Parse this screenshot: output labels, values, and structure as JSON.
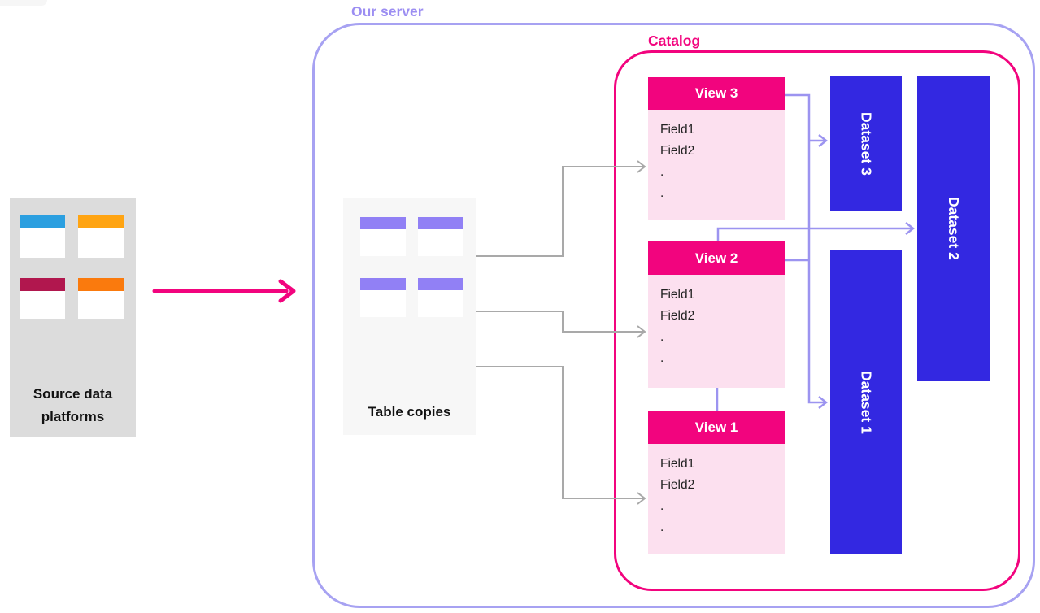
{
  "colors": {
    "pink": "#F2047E",
    "pink_light": "#FCE0EF",
    "blue": "#3328E1",
    "purple_border": "#A7A2F2",
    "purple_header": "#9180F5",
    "purple_connector": "#9C94F0",
    "purple_label": "#9C8EF2",
    "gray_arrow": "#A9A9A9",
    "source_bg": "#DCDCDC",
    "copies_bg": "#F7F7F7",
    "source_blue": "#2B9FE0",
    "source_amber": "#FFA412",
    "source_crimson": "#B1174E",
    "source_orange": "#FA7A0D",
    "text_dark": "#111111",
    "field_text": "#222222"
  },
  "source_box": {
    "label_line1": "Source data",
    "label_line2": "platforms"
  },
  "server": {
    "label": "Our server"
  },
  "catalog": {
    "label": "Catalog"
  },
  "copies_box": {
    "label": "Table copies"
  },
  "views": [
    {
      "title": "View 3",
      "fields": [
        "Field1",
        "Field2",
        ".",
        "."
      ]
    },
    {
      "title": "View 2",
      "fields": [
        "Field1",
        "Field2",
        ".",
        "."
      ]
    },
    {
      "title": "View 1",
      "fields": [
        "Field1",
        "Field2",
        ".",
        "."
      ]
    }
  ],
  "datasets": [
    {
      "label": "Dataset 3"
    },
    {
      "label": "Dataset 2"
    },
    {
      "label": "Dataset 1"
    }
  ]
}
